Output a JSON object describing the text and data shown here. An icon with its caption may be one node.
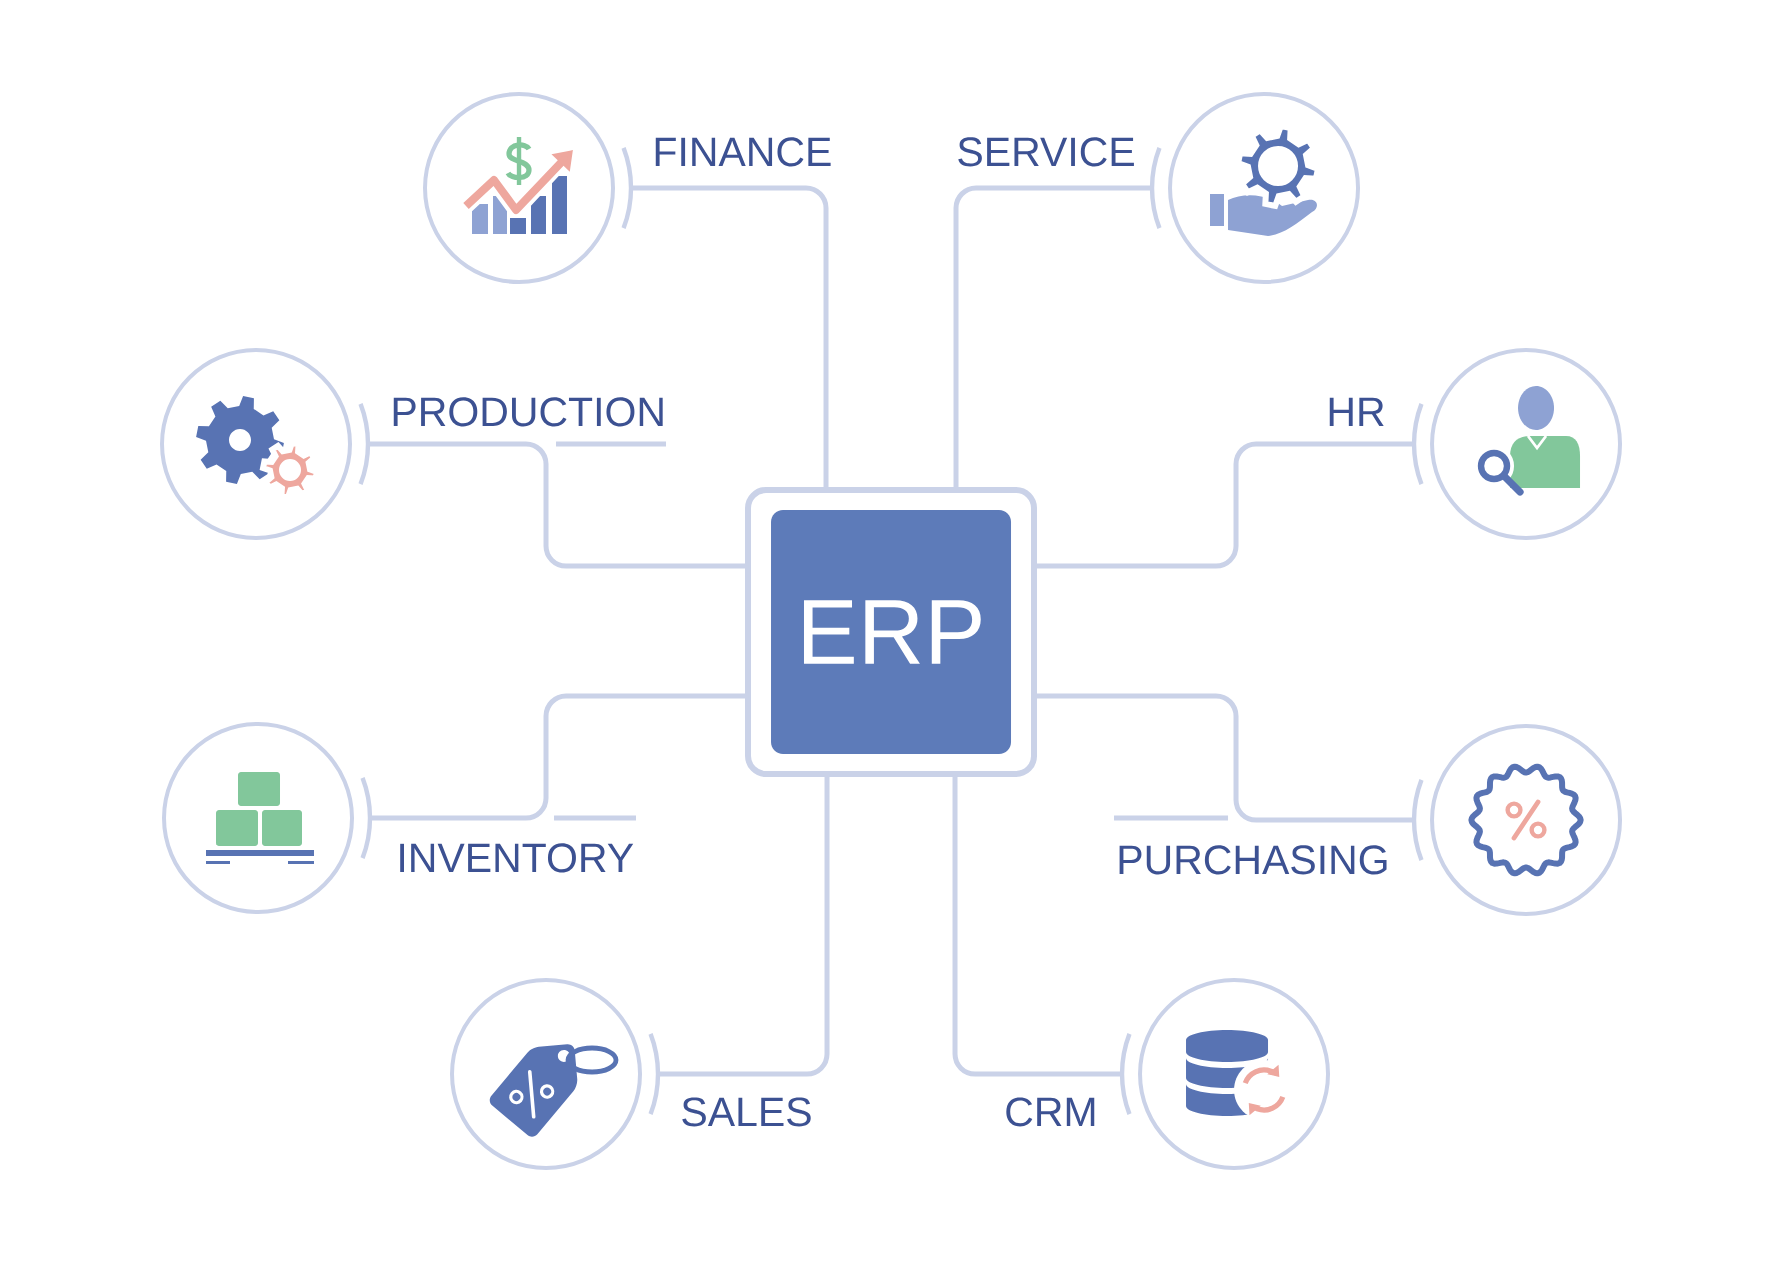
{
  "diagram": {
    "nodes": [
      {
        "text": [
          "FINANCE"
        ]
      },
      {
        "text": [
          "SERVICE"
        ]
      },
      {
        "text": [
          "PRODUCTION"
        ]
      },
      {
        "text": [
          "HR"
        ]
      },
      {
        "text": [
          "ERP"
        ]
      },
      {
        "text": [
          "INVENTORY"
        ]
      },
      {
        "text": [
          "PURCHASING"
        ]
      },
      {
        "text": [
          "SALES"
        ]
      },
      {
        "text": [
          "CRM"
        ]
      }
    ],
    "edges": [
      {
        "from": 4,
        "to": 0,
        "arrow": "none"
      },
      {
        "from": 4,
        "to": 1,
        "arrow": "none"
      },
      {
        "from": 4,
        "to": 2,
        "arrow": "none"
      },
      {
        "from": 4,
        "to": 3,
        "arrow": "none"
      },
      {
        "from": 4,
        "to": 5,
        "arrow": "none"
      },
      {
        "from": 4,
        "to": 6,
        "arrow": "none"
      },
      {
        "from": 4,
        "to": 7,
        "arrow": "none"
      },
      {
        "from": 4,
        "to": 8,
        "arrow": "none"
      }
    ]
  }
}
